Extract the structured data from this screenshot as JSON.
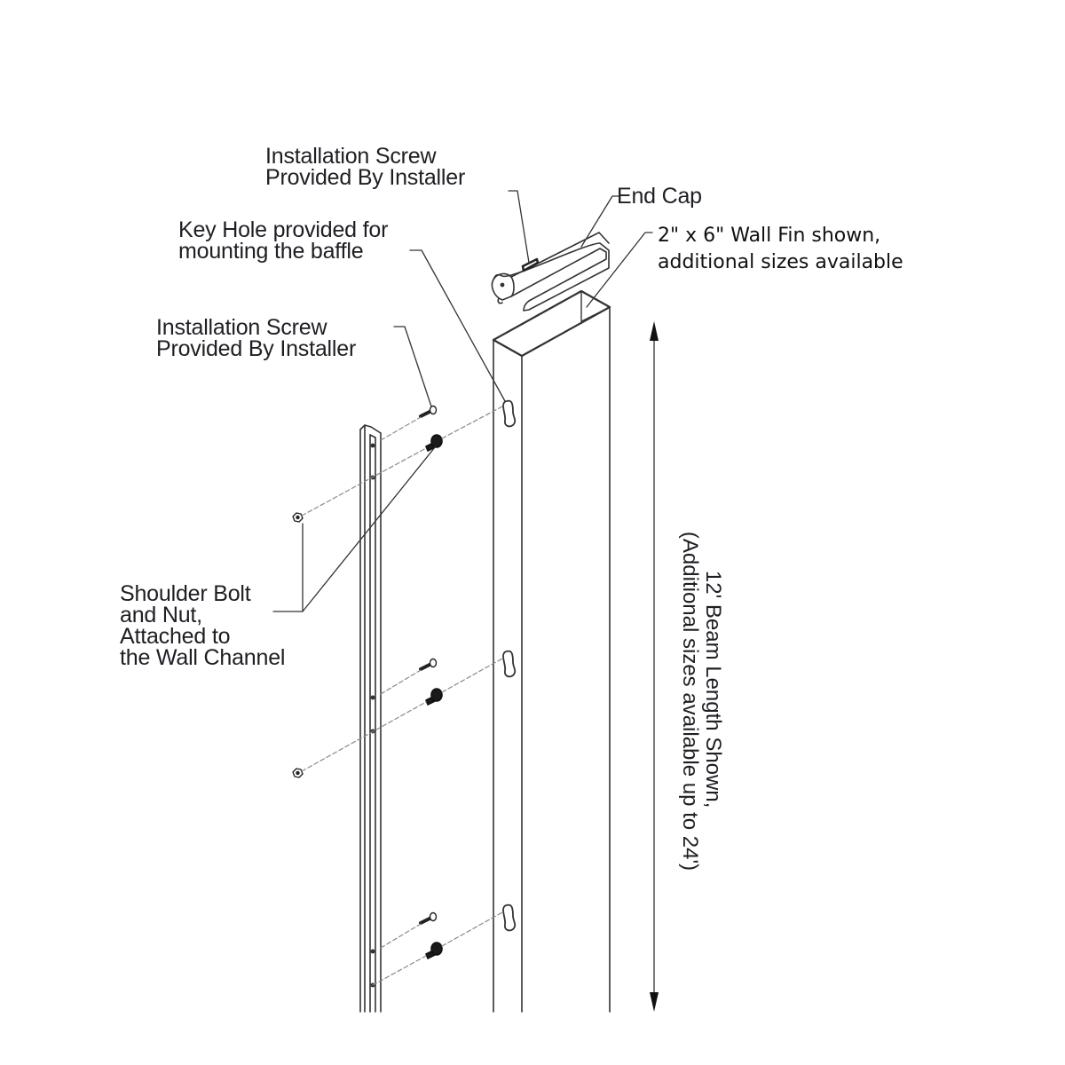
{
  "labels": {
    "top_screw": {
      "line1": "Installation Screw",
      "line2": "Provided By Installer"
    },
    "end_cap": "End Cap",
    "key_hole": {
      "line1": "Key Hole provided for",
      "line2": "mounting the baffle"
    },
    "wall_fin": {
      "line1": "2\" x 6\" Wall Fin shown,",
      "line2": "additional sizes available"
    },
    "side_screw": {
      "line1": "Installation Screw",
      "line2": "Provided By Installer"
    },
    "shoulder_bolt": {
      "line1": "Shoulder Bolt",
      "line2": "and Nut,",
      "line3": "Attached to",
      "line4": "the Wall Channel"
    },
    "beam_length": {
      "line1": "12'  Beam Length Shown,",
      "line2": "(Additional sizes available up to 24')"
    }
  },
  "colors": {
    "line": "#333333",
    "text": "#1e1e24",
    "dash": "#8a8a8a",
    "background": "#ffffff"
  }
}
